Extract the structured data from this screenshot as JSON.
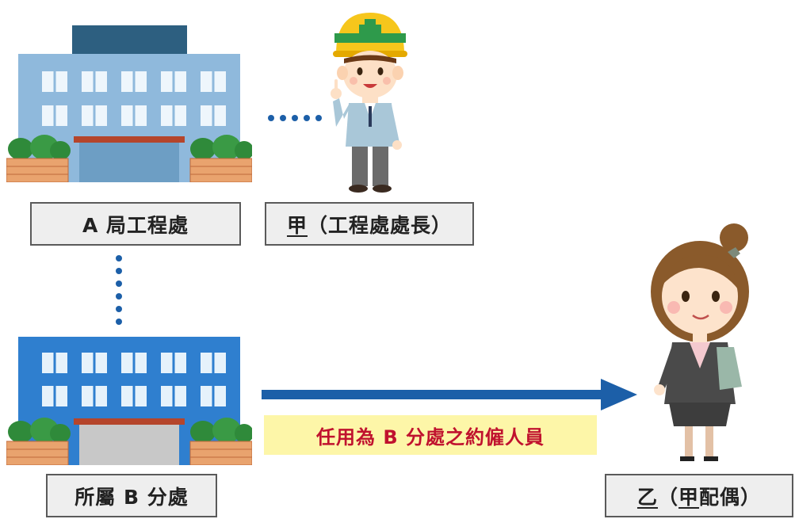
{
  "labels": {
    "a_office": "A 局工程處",
    "jia_name": "甲",
    "jia_role": "（工程處處長）",
    "b_office": "所屬 B 分處",
    "yi_name": "乙",
    "yi_open": "（",
    "yi_rel_char": "甲",
    "yi_rel_rest": "配偶）"
  },
  "relation_caption": "任用為 B 分處之約僱人員",
  "colors": {
    "arrow": "#1c5fa8",
    "dots": "#1c5fa8",
    "caption_bg": "#fdf6a8",
    "caption_text": "#c0122e",
    "label_bg": "#eeeeee",
    "label_border": "#5a5a5a"
  },
  "icons": {
    "building_a": "office-building-icon",
    "building_b": "office-building-icon",
    "worker": "hardhat-worker-icon",
    "woman": "businesswoman-icon"
  }
}
